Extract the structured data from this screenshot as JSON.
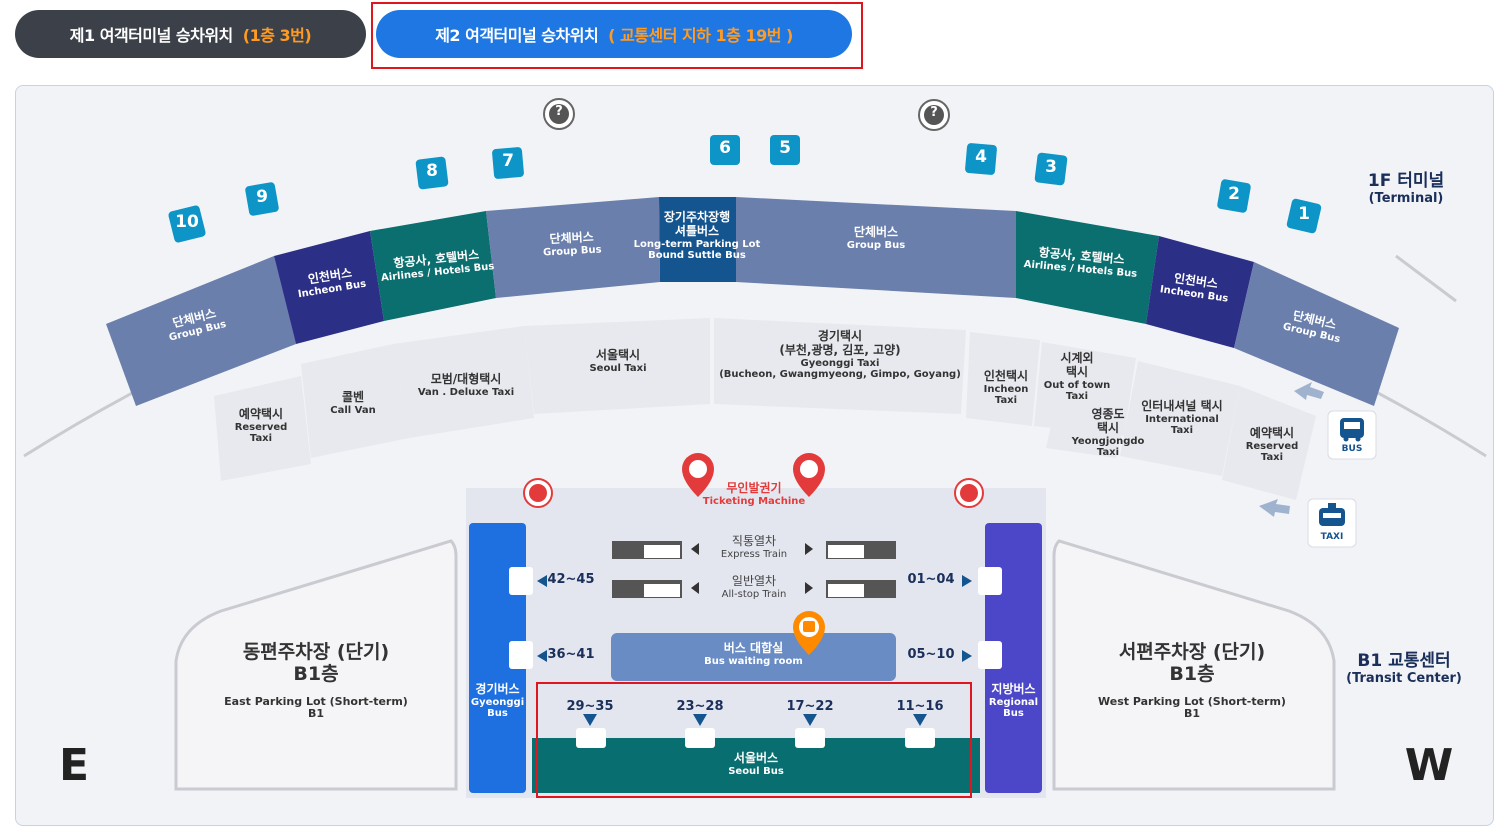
{
  "tabs": [
    {
      "label": "제1 여객터미널 승차위치",
      "sub": "(1층 3번)"
    },
    {
      "label": "제2 여객터미널 승차위치",
      "sub": "( 교통센터 지하 1층 19번 )"
    }
  ],
  "colors": {
    "tab_inactive": "#3c4149",
    "tab_active": "#1e77e3",
    "highlight_text": "#ff9b22",
    "outline_red": "#e0161e",
    "group_bus": "#6a7fac",
    "incheon_bus": "#2c2f86",
    "airlines_bus": "#0b6e6f",
    "longterm": "#14548f",
    "gyeonggi_bus": "#1e6fe0",
    "regional_bus": "#4c46c8",
    "seoul_bus": "#086e70",
    "gate_badge": "#0d95c8"
  },
  "terminal_1f": {
    "ko": "1F 터미널",
    "en": "(Terminal)"
  },
  "transit_b1": {
    "ko": "B1 교통센터",
    "en": "(Transit Center)"
  },
  "gates": [
    "10",
    "9",
    "8",
    "7",
    "6",
    "5",
    "4",
    "3",
    "2",
    "1"
  ],
  "help_icon": "?",
  "zones": {
    "group_bus_w": {
      "ko": "단체버스",
      "en": "Group Bus"
    },
    "incheon_bus_w": {
      "ko": "인천버스",
      "en": "Incheon Bus"
    },
    "airlines_w": {
      "ko": "항공사, 호텔버스",
      "en": "Airlines / Hotels Bus"
    },
    "group_bus_cw": {
      "ko": "단체버스",
      "en": "Group Bus"
    },
    "longterm": {
      "ko1": "장기주차장행",
      "ko2": "셔틀버스",
      "en1": "Long-term Parking Lot",
      "en2": "Bound Suttle Bus"
    },
    "group_bus_ce": {
      "ko": "단체버스",
      "en": "Group Bus"
    },
    "airlines_e": {
      "ko": "항공사, 호텔버스",
      "en": "Airlines / Hotels Bus"
    },
    "incheon_bus_e": {
      "ko": "인천버스",
      "en": "Incheon Bus"
    },
    "group_bus_e": {
      "ko": "단체버스",
      "en": "Group Bus"
    }
  },
  "taxis": {
    "reserved_w": {
      "ko": "예약택시",
      "en1": "Reserved",
      "en2": "Taxi"
    },
    "callvan": {
      "ko": "콜벤",
      "en": "Call Van"
    },
    "deluxe": {
      "ko": "모범/대형택시",
      "en": "Van . Deluxe Taxi"
    },
    "seoul": {
      "ko": "서울택시",
      "en": "Seoul Taxi"
    },
    "gyeonggi": {
      "ko1": "경기택시",
      "ko2": "(부천,광명, 김포, 고양)",
      "en1": "Gyeonggi Taxi",
      "en2": "(Bucheon, Gwangmyeong, Gimpo, Goyang)"
    },
    "incheon": {
      "ko": "인천택시",
      "en1": "Incheon",
      "en2": "Taxi"
    },
    "outoftown": {
      "ko1": "시계외",
      "ko2": "택시",
      "en1": "Out of town",
      "en2": "Taxi"
    },
    "yeongjong": {
      "ko1": "영종도",
      "ko2": "택시",
      "en1": "Yeongjongdo",
      "en2": "Taxi"
    },
    "international": {
      "ko": "인터내셔널 택시",
      "en1": "International",
      "en2": "Taxi"
    },
    "reserved_e": {
      "ko": "예약택시",
      "en1": "Reserved",
      "en2": "Taxi"
    }
  },
  "bus_sign": "BUS",
  "taxi_sign": "TAXI",
  "ticketing": {
    "ko": "무인발권기",
    "en": "Ticketing Machine"
  },
  "trains": {
    "express": {
      "ko": "직통열차",
      "en": "Express Train"
    },
    "allstop": {
      "ko": "일반열차",
      "en": "All-stop Train"
    }
  },
  "platforms": {
    "left_top": "42~45",
    "left_mid": "36~41",
    "right_top": "01~04",
    "right_mid": "05~10",
    "bottom": [
      "29~35",
      "23~28",
      "17~22",
      "11~16"
    ]
  },
  "waiting_room": {
    "ko": "버스 대합실",
    "en": "Bus waiting room"
  },
  "gyeonggi_bus": {
    "ko": "경기버스",
    "en1": "Gyeonggi",
    "en2": "Bus"
  },
  "regional_bus": {
    "ko": "지방버스",
    "en1": "Regional",
    "en2": "Bus"
  },
  "seoul_bus": {
    "ko": "서울버스",
    "en": "Seoul Bus"
  },
  "east_parking": {
    "ko1": "동편주차장 (단기)",
    "ko2": "B1층",
    "en1": "East Parking Lot (Short-term)",
    "en2": "B1"
  },
  "west_parking": {
    "ko1": "서편주차장 (단기)",
    "ko2": "B1층",
    "en1": "West Parking Lot (Short-term)",
    "en2": "B1"
  },
  "compass": {
    "east": "E",
    "west": "W"
  }
}
